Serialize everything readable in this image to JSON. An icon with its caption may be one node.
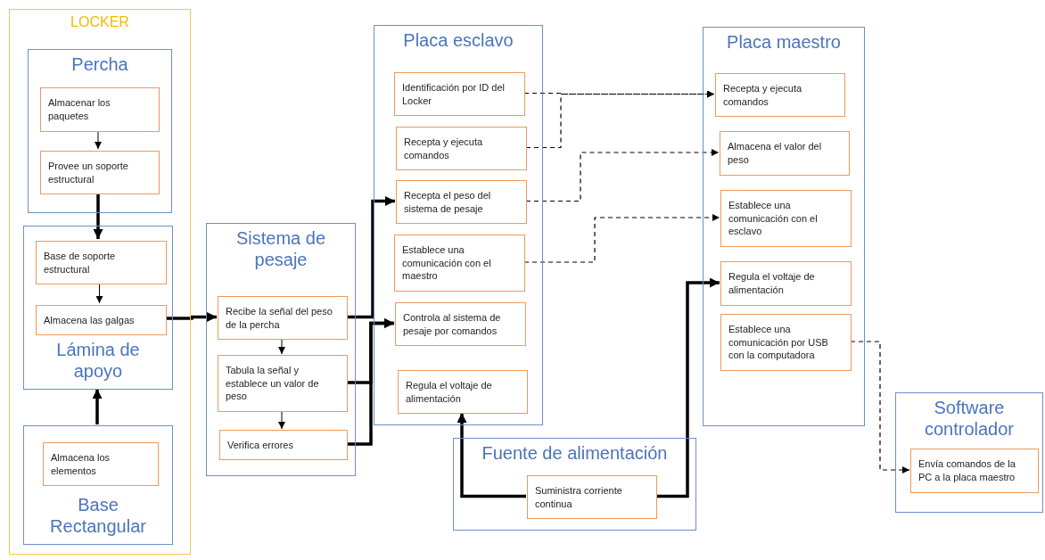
{
  "diagram": {
    "nodes": [
      {
        "text": [
          "LOCKER"
        ]
      },
      {
        "text": [
          "Percha"
        ],
        "in": 0
      },
      {
        "text": [
          "Almacenar los paquetes"
        ],
        "in": 1
      },
      {
        "text": [
          "Provee un soporte estructural"
        ],
        "in": 1
      },
      {
        "text": [
          "Lámina de apoyo"
        ],
        "in": 0
      },
      {
        "text": [
          "Base de soporte estructural"
        ],
        "in": 4
      },
      {
        "text": [
          "Almacena las galgas"
        ],
        "in": 4
      },
      {
        "text": [
          "Base Rectangular"
        ],
        "in": 0
      },
      {
        "text": [
          "Almacena los elementos"
        ],
        "in": 7
      },
      {
        "text": [
          "Sistema de pesaje"
        ]
      },
      {
        "text": [
          "Recibe la señal del peso de la percha"
        ],
        "in": 9
      },
      {
        "text": [
          "Tabula la señal y establece un valor de peso"
        ],
        "in": 9
      },
      {
        "text": [
          "Verifica errores"
        ],
        "in": 9
      },
      {
        "text": [
          "Placa esclavo"
        ]
      },
      {
        "text": [
          "Identificación por ID del Locker"
        ],
        "in": 13
      },
      {
        "text": [
          "Recepta y ejecuta comandos"
        ],
        "in": 13
      },
      {
        "text": [
          "Recepta el peso del sistema de pesaje"
        ],
        "in": 13
      },
      {
        "text": [
          "Establece una comunicación con el maestro"
        ],
        "in": 13
      },
      {
        "text": [
          "Controla al sistema de pesaje por comandos"
        ],
        "in": 13
      },
      {
        "text": [
          "Regula el voltaje de alimentación"
        ],
        "in": 13
      },
      {
        "text": [
          "Fuente de alimentación"
        ]
      },
      {
        "text": [
          "Suministra corriente continua"
        ],
        "in": 20
      },
      {
        "text": [
          "Placa maestro"
        ]
      },
      {
        "text": [
          "Recepta y ejecuta comandos"
        ],
        "in": 22
      },
      {
        "text": [
          "Almacena el valor del peso"
        ],
        "in": 22
      },
      {
        "text": [
          "Establece una comunicación con el esclavo"
        ],
        "in": 22
      },
      {
        "text": [
          "Regula el voltaje de alimentación"
        ],
        "in": 22
      },
      {
        "text": [
          "Establece una comunicación por USB con la computadora"
        ],
        "in": 22
      },
      {
        "text": [
          "Software controlador"
        ]
      },
      {
        "text": [
          "Envía comandos de la PC a la placa maestro"
        ],
        "in": 28
      }
    ],
    "edges": [
      {
        "from": 2,
        "to": 3,
        "arrow": "to"
      },
      {
        "from": 3,
        "to": 5,
        "arrow": "to",
        "style": "thick"
      },
      {
        "from": 5,
        "to": 6,
        "arrow": "to"
      },
      {
        "from": 7,
        "to": 4,
        "arrow": "to",
        "style": "thick"
      },
      {
        "from": 6,
        "to": 10,
        "arrow": "to",
        "style": "thick"
      },
      {
        "from": 10,
        "to": 11,
        "arrow": "to"
      },
      {
        "from": 11,
        "to": 12,
        "arrow": "to"
      },
      {
        "from": 10,
        "to": 16,
        "arrow": "to",
        "style": "thick"
      },
      {
        "from": 11,
        "to": 18,
        "arrow": "to",
        "style": "thick"
      },
      {
        "from": 12,
        "to": 18,
        "arrow": "to",
        "style": "thick"
      },
      {
        "from": 14,
        "to": 23,
        "arrow": "to",
        "style": "dashed"
      },
      {
        "from": 15,
        "to": 23,
        "arrow": "to",
        "style": "dashed"
      },
      {
        "from": 16,
        "to": 24,
        "arrow": "to",
        "style": "dashed"
      },
      {
        "from": 17,
        "to": 25,
        "arrow": "to",
        "style": "dashed"
      },
      {
        "from": 21,
        "to": 19,
        "arrow": "to",
        "style": "thick"
      },
      {
        "from": 21,
        "to": 26,
        "arrow": "to",
        "style": "thick"
      },
      {
        "from": 27,
        "to": 29,
        "arrow": "to",
        "style": "dashed"
      }
    ]
  }
}
